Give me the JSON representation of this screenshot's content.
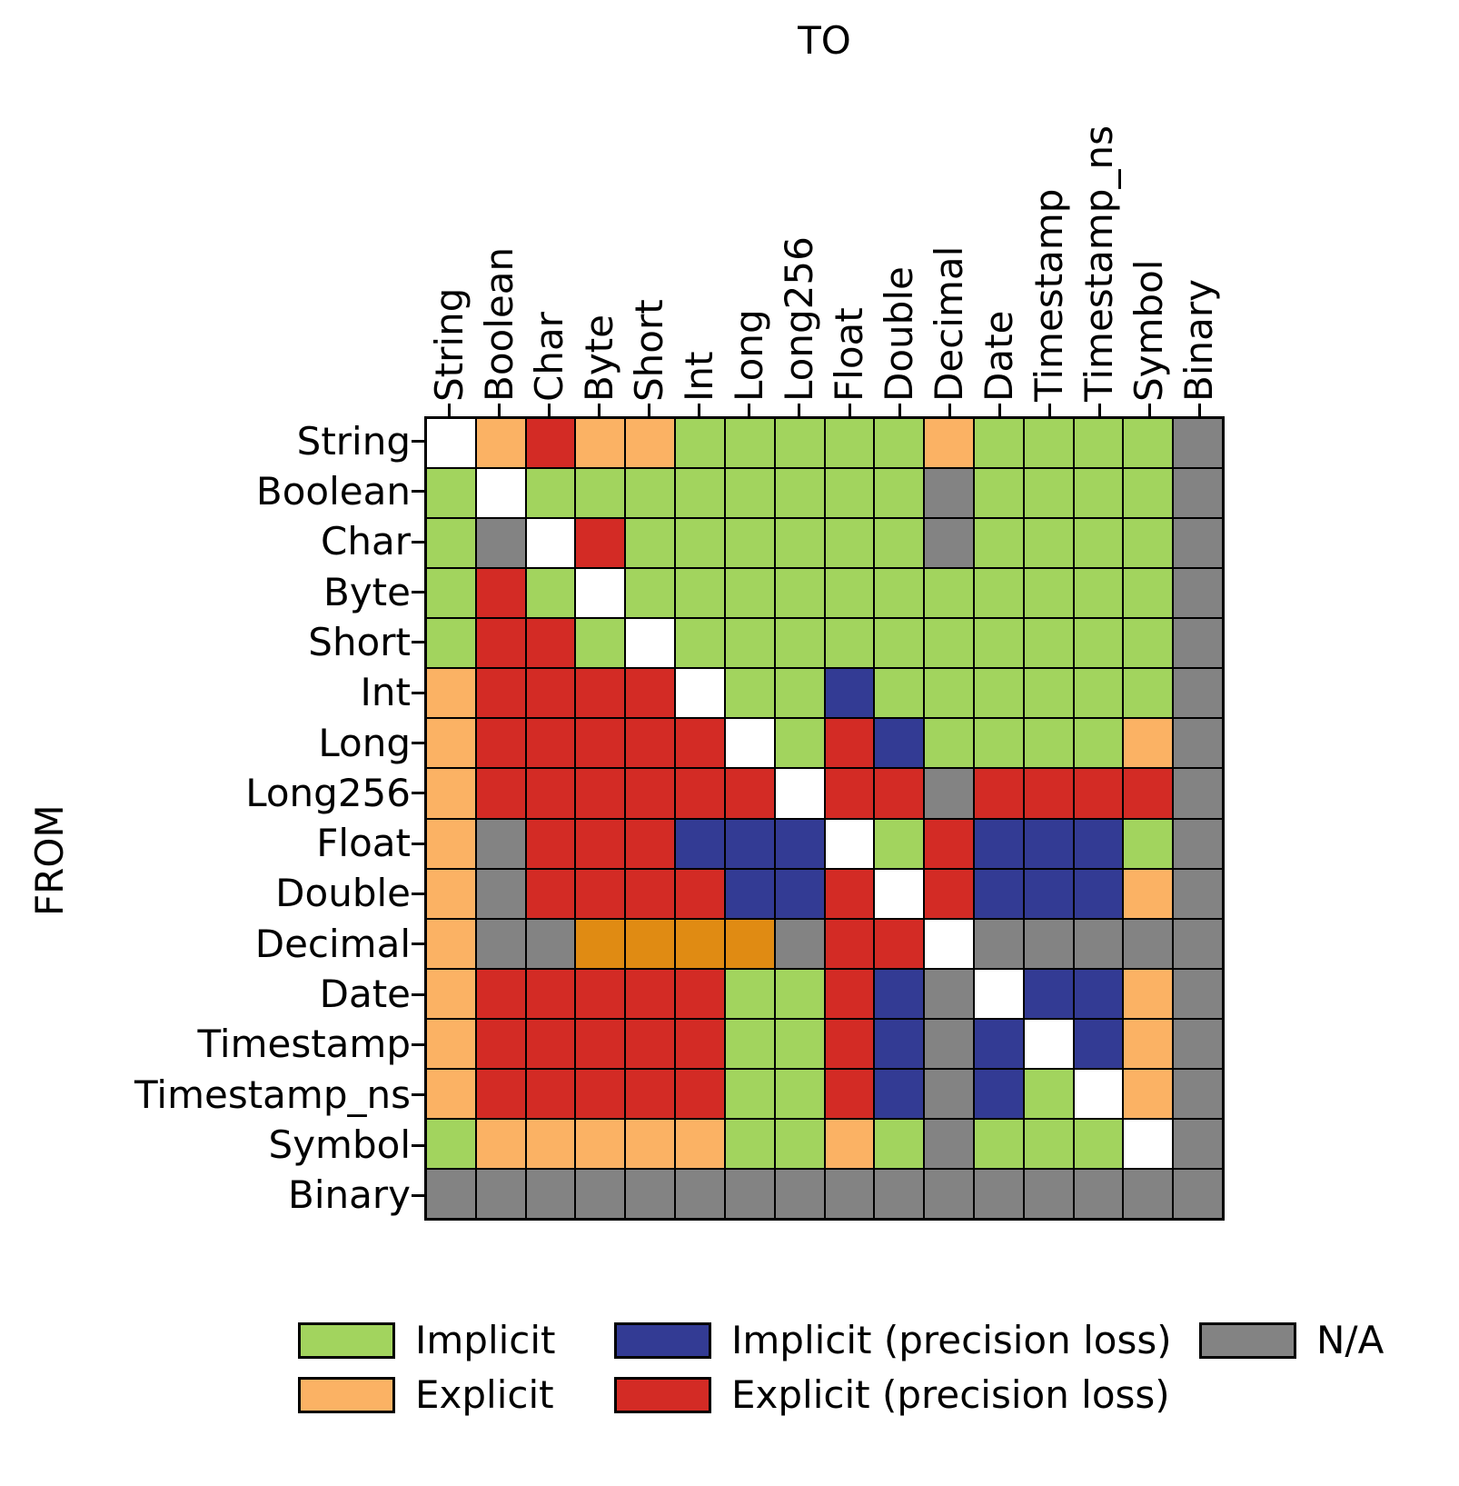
{
  "chart_data": {
    "type": "heatmap",
    "x_axis_title": "TO",
    "y_axis_title": "FROM",
    "categories": [
      "String",
      "Boolean",
      "Char",
      "Byte",
      "Short",
      "Int",
      "Long",
      "Long256",
      "Float",
      "Double",
      "Decimal",
      "Date",
      "Timestamp",
      "Timestamp_ns",
      "Symbol",
      "Binary"
    ],
    "code_meanings": {
      "G": "Implicit",
      "O": "Explicit",
      "B": "Implicit (precision loss)",
      "R": "Explicit (precision loss)",
      "N": "N/A",
      "D": "Explicit (darker orange variant)",
      "W": "Same type (blank diagonal)"
    },
    "colors": {
      "G": "#a2d45e",
      "O": "#fbb264",
      "B": "#333b94",
      "R": "#d32b25",
      "N": "#838383",
      "D": "#e08b13",
      "W": "#ffffff"
    },
    "matrix": [
      [
        "W",
        "O",
        "R",
        "O",
        "O",
        "G",
        "G",
        "G",
        "G",
        "G",
        "O",
        "G",
        "G",
        "G",
        "G",
        "N"
      ],
      [
        "G",
        "W",
        "G",
        "G",
        "G",
        "G",
        "G",
        "G",
        "G",
        "G",
        "N",
        "G",
        "G",
        "G",
        "G",
        "N"
      ],
      [
        "G",
        "N",
        "W",
        "R",
        "G",
        "G",
        "G",
        "G",
        "G",
        "G",
        "N",
        "G",
        "G",
        "G",
        "G",
        "N"
      ],
      [
        "G",
        "R",
        "G",
        "W",
        "G",
        "G",
        "G",
        "G",
        "G",
        "G",
        "G",
        "G",
        "G",
        "G",
        "G",
        "N"
      ],
      [
        "G",
        "R",
        "R",
        "G",
        "W",
        "G",
        "G",
        "G",
        "G",
        "G",
        "G",
        "G",
        "G",
        "G",
        "G",
        "N"
      ],
      [
        "O",
        "R",
        "R",
        "R",
        "R",
        "W",
        "G",
        "G",
        "B",
        "G",
        "G",
        "G",
        "G",
        "G",
        "G",
        "N"
      ],
      [
        "O",
        "R",
        "R",
        "R",
        "R",
        "R",
        "W",
        "G",
        "R",
        "B",
        "G",
        "G",
        "G",
        "G",
        "O",
        "N"
      ],
      [
        "O",
        "R",
        "R",
        "R",
        "R",
        "R",
        "R",
        "W",
        "R",
        "R",
        "N",
        "R",
        "R",
        "R",
        "R",
        "N"
      ],
      [
        "O",
        "N",
        "R",
        "R",
        "R",
        "B",
        "B",
        "B",
        "W",
        "G",
        "R",
        "B",
        "B",
        "B",
        "G",
        "N"
      ],
      [
        "O",
        "N",
        "R",
        "R",
        "R",
        "R",
        "B",
        "B",
        "R",
        "W",
        "R",
        "B",
        "B",
        "B",
        "O",
        "N"
      ],
      [
        "O",
        "N",
        "N",
        "D",
        "D",
        "D",
        "D",
        "N",
        "R",
        "R",
        "W",
        "N",
        "N",
        "N",
        "N",
        "N"
      ],
      [
        "O",
        "R",
        "R",
        "R",
        "R",
        "R",
        "G",
        "G",
        "R",
        "B",
        "N",
        "W",
        "B",
        "B",
        "O",
        "N"
      ],
      [
        "O",
        "R",
        "R",
        "R",
        "R",
        "R",
        "G",
        "G",
        "R",
        "B",
        "N",
        "B",
        "W",
        "B",
        "O",
        "N"
      ],
      [
        "O",
        "R",
        "R",
        "R",
        "R",
        "R",
        "G",
        "G",
        "R",
        "B",
        "N",
        "B",
        "G",
        "W",
        "O",
        "N"
      ],
      [
        "G",
        "O",
        "O",
        "O",
        "O",
        "O",
        "G",
        "G",
        "O",
        "G",
        "N",
        "G",
        "G",
        "G",
        "W",
        "N"
      ],
      [
        "N",
        "N",
        "N",
        "N",
        "N",
        "N",
        "N",
        "N",
        "N",
        "N",
        "N",
        "N",
        "N",
        "N",
        "N",
        "N"
      ]
    ],
    "legend": [
      {
        "key": "G",
        "label": "Implicit"
      },
      {
        "key": "B",
        "label": "Implicit (precision loss)"
      },
      {
        "key": "N",
        "label": "N/A"
      },
      {
        "key": "O",
        "label": "Explicit"
      },
      {
        "key": "R",
        "label": "Explicit (precision loss)"
      }
    ],
    "grid_on": true,
    "legend_position": "bottom"
  }
}
